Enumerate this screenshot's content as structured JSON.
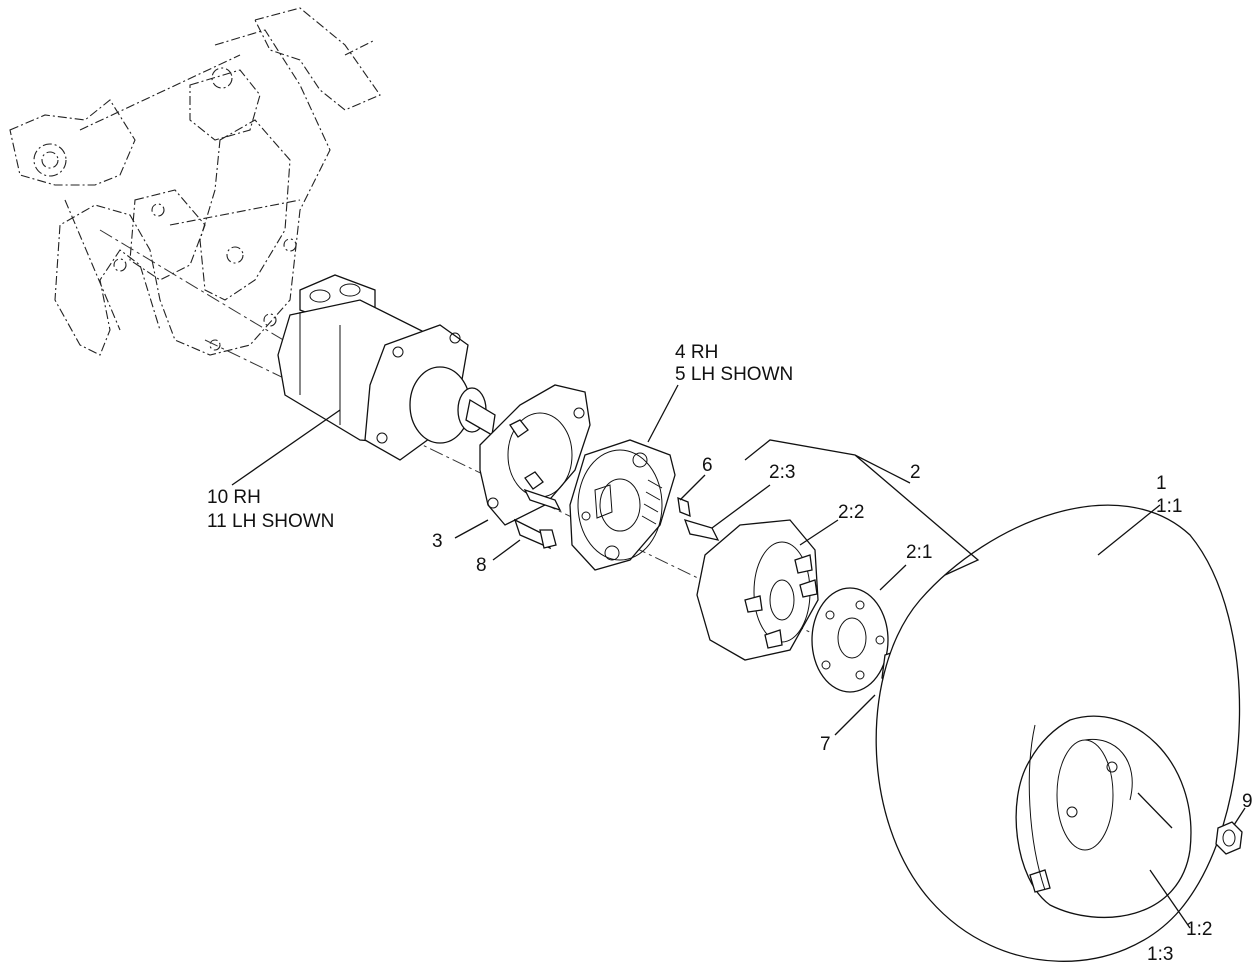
{
  "callouts": {
    "c1": "1",
    "c1_1": "1:1",
    "c1_2": "1:2",
    "c1_3": "1:3",
    "c2": "2",
    "c2_1": "2:1",
    "c2_2": "2:2",
    "c2_3": "2:3",
    "c3": "3",
    "c4": "4 RH",
    "c5": "5 LH SHOWN",
    "c6": "6",
    "c7": "7",
    "c8": "8",
    "c9": "9",
    "c10": "10 RH",
    "c11": "11 LH SHOWN"
  }
}
